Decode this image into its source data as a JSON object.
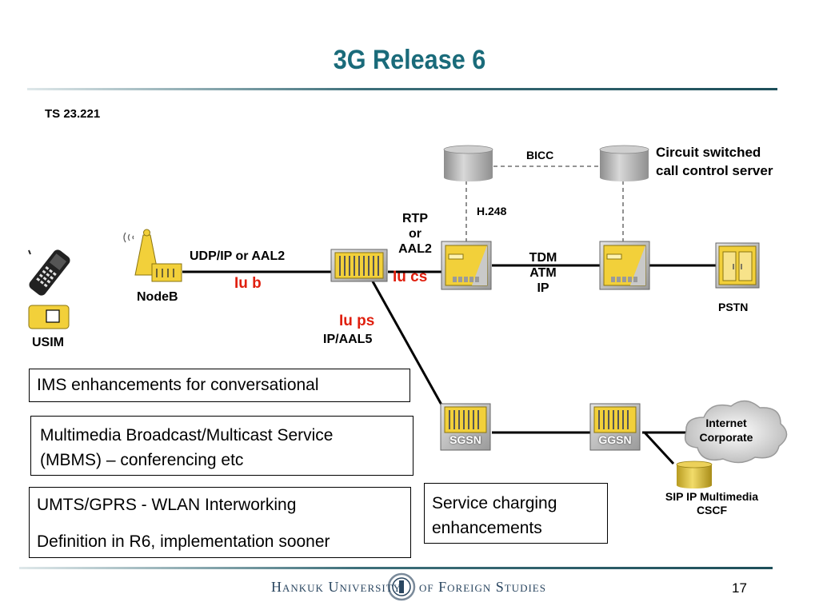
{
  "title": "3G Release 6",
  "spec_ref": "TS 23.221",
  "labels": {
    "bicc": "BICC",
    "circuit_server_l1": "Circuit switched",
    "circuit_server_l2": "call control server",
    "h248": "H.248",
    "rtp_l1": "RTP",
    "rtp_l2": "or",
    "rtp_l3": "AAL2",
    "iu_cs": "Iu cs",
    "udp": "UDP/IP or AAL2",
    "iu_b": "Iu b",
    "nodeb": "NodeB",
    "tdm_l1": "TDM",
    "tdm_l2": "ATM",
    "tdm_l3": "IP",
    "pstn": "PSTN",
    "iu_ps": "Iu ps",
    "ip_aal5": "IP/AAL5",
    "usim": "USIM",
    "sgsn": "SGSN",
    "ggsn": "GGSN",
    "internet_l1": "Internet",
    "internet_l2": "Corporate",
    "sip_l1": "SIP IP Multimedia",
    "sip_l2": "CSCF"
  },
  "boxes": {
    "ims": "IMS enhancements for conversational",
    "mbms_l1": "Multimedia Broadcast/Multicast Service",
    "mbms_l2": "(MBMS) – conferencing etc",
    "umts_l1": "UMTS/GPRS - WLAN Interworking",
    "umts_l2": "Definition in R6, implementation sooner",
    "charging_l1": "Service charging",
    "charging_l2": "enhancements"
  },
  "footer": {
    "left": "Hankuk University",
    "right": "of Foreign Studies",
    "page": "17"
  },
  "colors": {
    "title": "#1a6b7a",
    "rule": "#3d6f7a",
    "accent_red": "#e0200f",
    "node_yellow": "#f2d03a",
    "cylinder_gray": "#b9b9b9"
  }
}
